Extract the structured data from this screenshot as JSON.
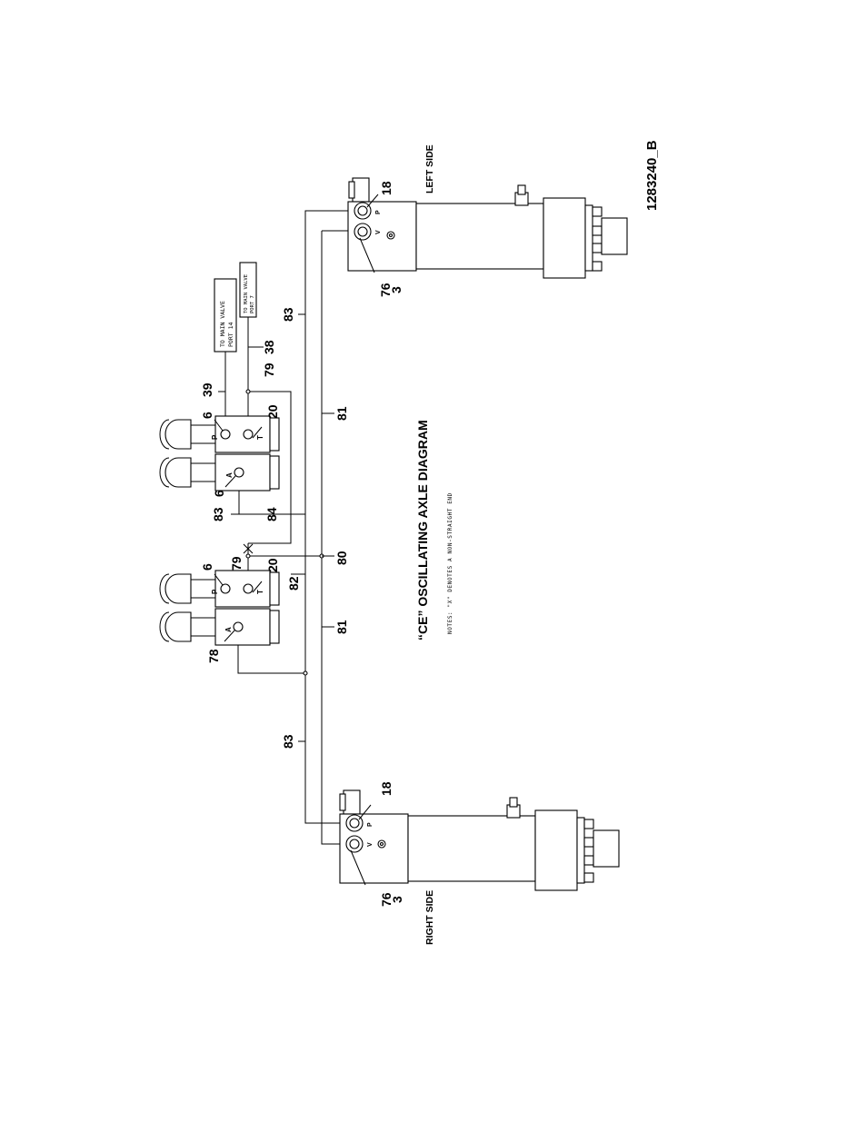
{
  "title": "“CE” OSCILLATING AXLE DIAGRAM",
  "note": "NOTES: \"X\" DENOTES A NON-STRAIGHT END",
  "drawing_number": "1283240_B",
  "left_side_label": "LEFT SIDE",
  "right_side_label": "RIGHT SIDE",
  "port_box_1": [
    "TO MAIN VALVE",
    "PORT 14"
  ],
  "port_box_2": [
    "TO MAIN VALVE",
    "PORT 7"
  ],
  "valve_letters": {
    "p": "P",
    "a": "A",
    "t": "T",
    "v": "V"
  },
  "callouts": {
    "n39": "39",
    "n38": "38",
    "n79a": "79",
    "n83top": "83",
    "n6a": "6",
    "n20a": "20",
    "n6b": "6",
    "n83mid": "83",
    "n84": "84",
    "n81top": "81",
    "n6c": "6",
    "n79b": "79",
    "n20b": "20",
    "n82": "82",
    "n80": "80",
    "n81bot": "81",
    "n78": "78",
    "n83bot": "83",
    "n18L": "18",
    "n76L": "76",
    "n3L": "3",
    "n18R": "18",
    "n76R": "76",
    "n3R": "3"
  }
}
